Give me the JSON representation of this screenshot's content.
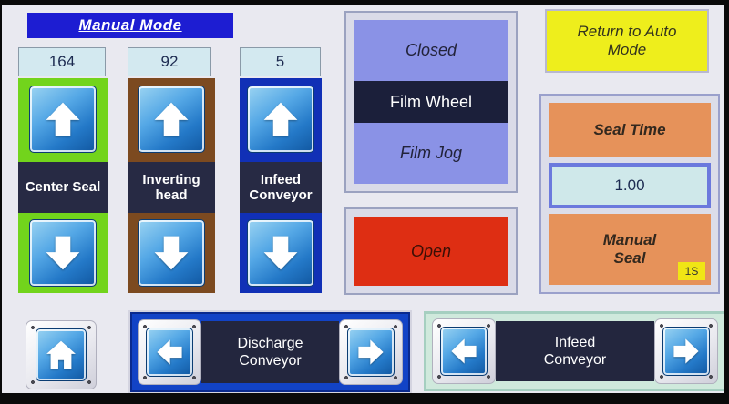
{
  "header": {
    "title": "Manual Mode"
  },
  "counters": [
    {
      "value": "164",
      "label": "Center Seal"
    },
    {
      "value": "92",
      "label": "Inverting head"
    },
    {
      "value": "5",
      "label": "Infeed Conveyor"
    }
  ],
  "film_panel": {
    "closed_label": "Closed",
    "wheel_label": "Film Wheel",
    "jog_label": "Film Jog"
  },
  "open_label": "Open",
  "return_label": "Return to Auto Mode",
  "seal": {
    "title": "Seal Time",
    "value": "1.00",
    "manual_label": "Manual Seal",
    "badge": "1S"
  },
  "bottom": {
    "discharge_label": "Discharge Conveyor",
    "infeed_label": "Infeed Conveyor"
  },
  "icons": {
    "up": "up-arrow",
    "down": "down-arrow",
    "left": "left-arrow",
    "right": "right-arrow",
    "home": "home"
  },
  "colors": {
    "title_blue": "#1d1dd2",
    "center_seal_frame": "#72d41c",
    "inverting_head_frame": "#7c4a20",
    "infeed_column_frame": "#1130b6",
    "periwinkle": "#8a92e6",
    "open_red": "#de2e13",
    "return_yellow": "#eeee1c",
    "seal_orange": "#e6925a",
    "value_display": "#cfe8ea",
    "discharge_blue": "#1243c6",
    "infeed_mint": "#cfe9dc",
    "badge_yellow": "#f0e515"
  }
}
